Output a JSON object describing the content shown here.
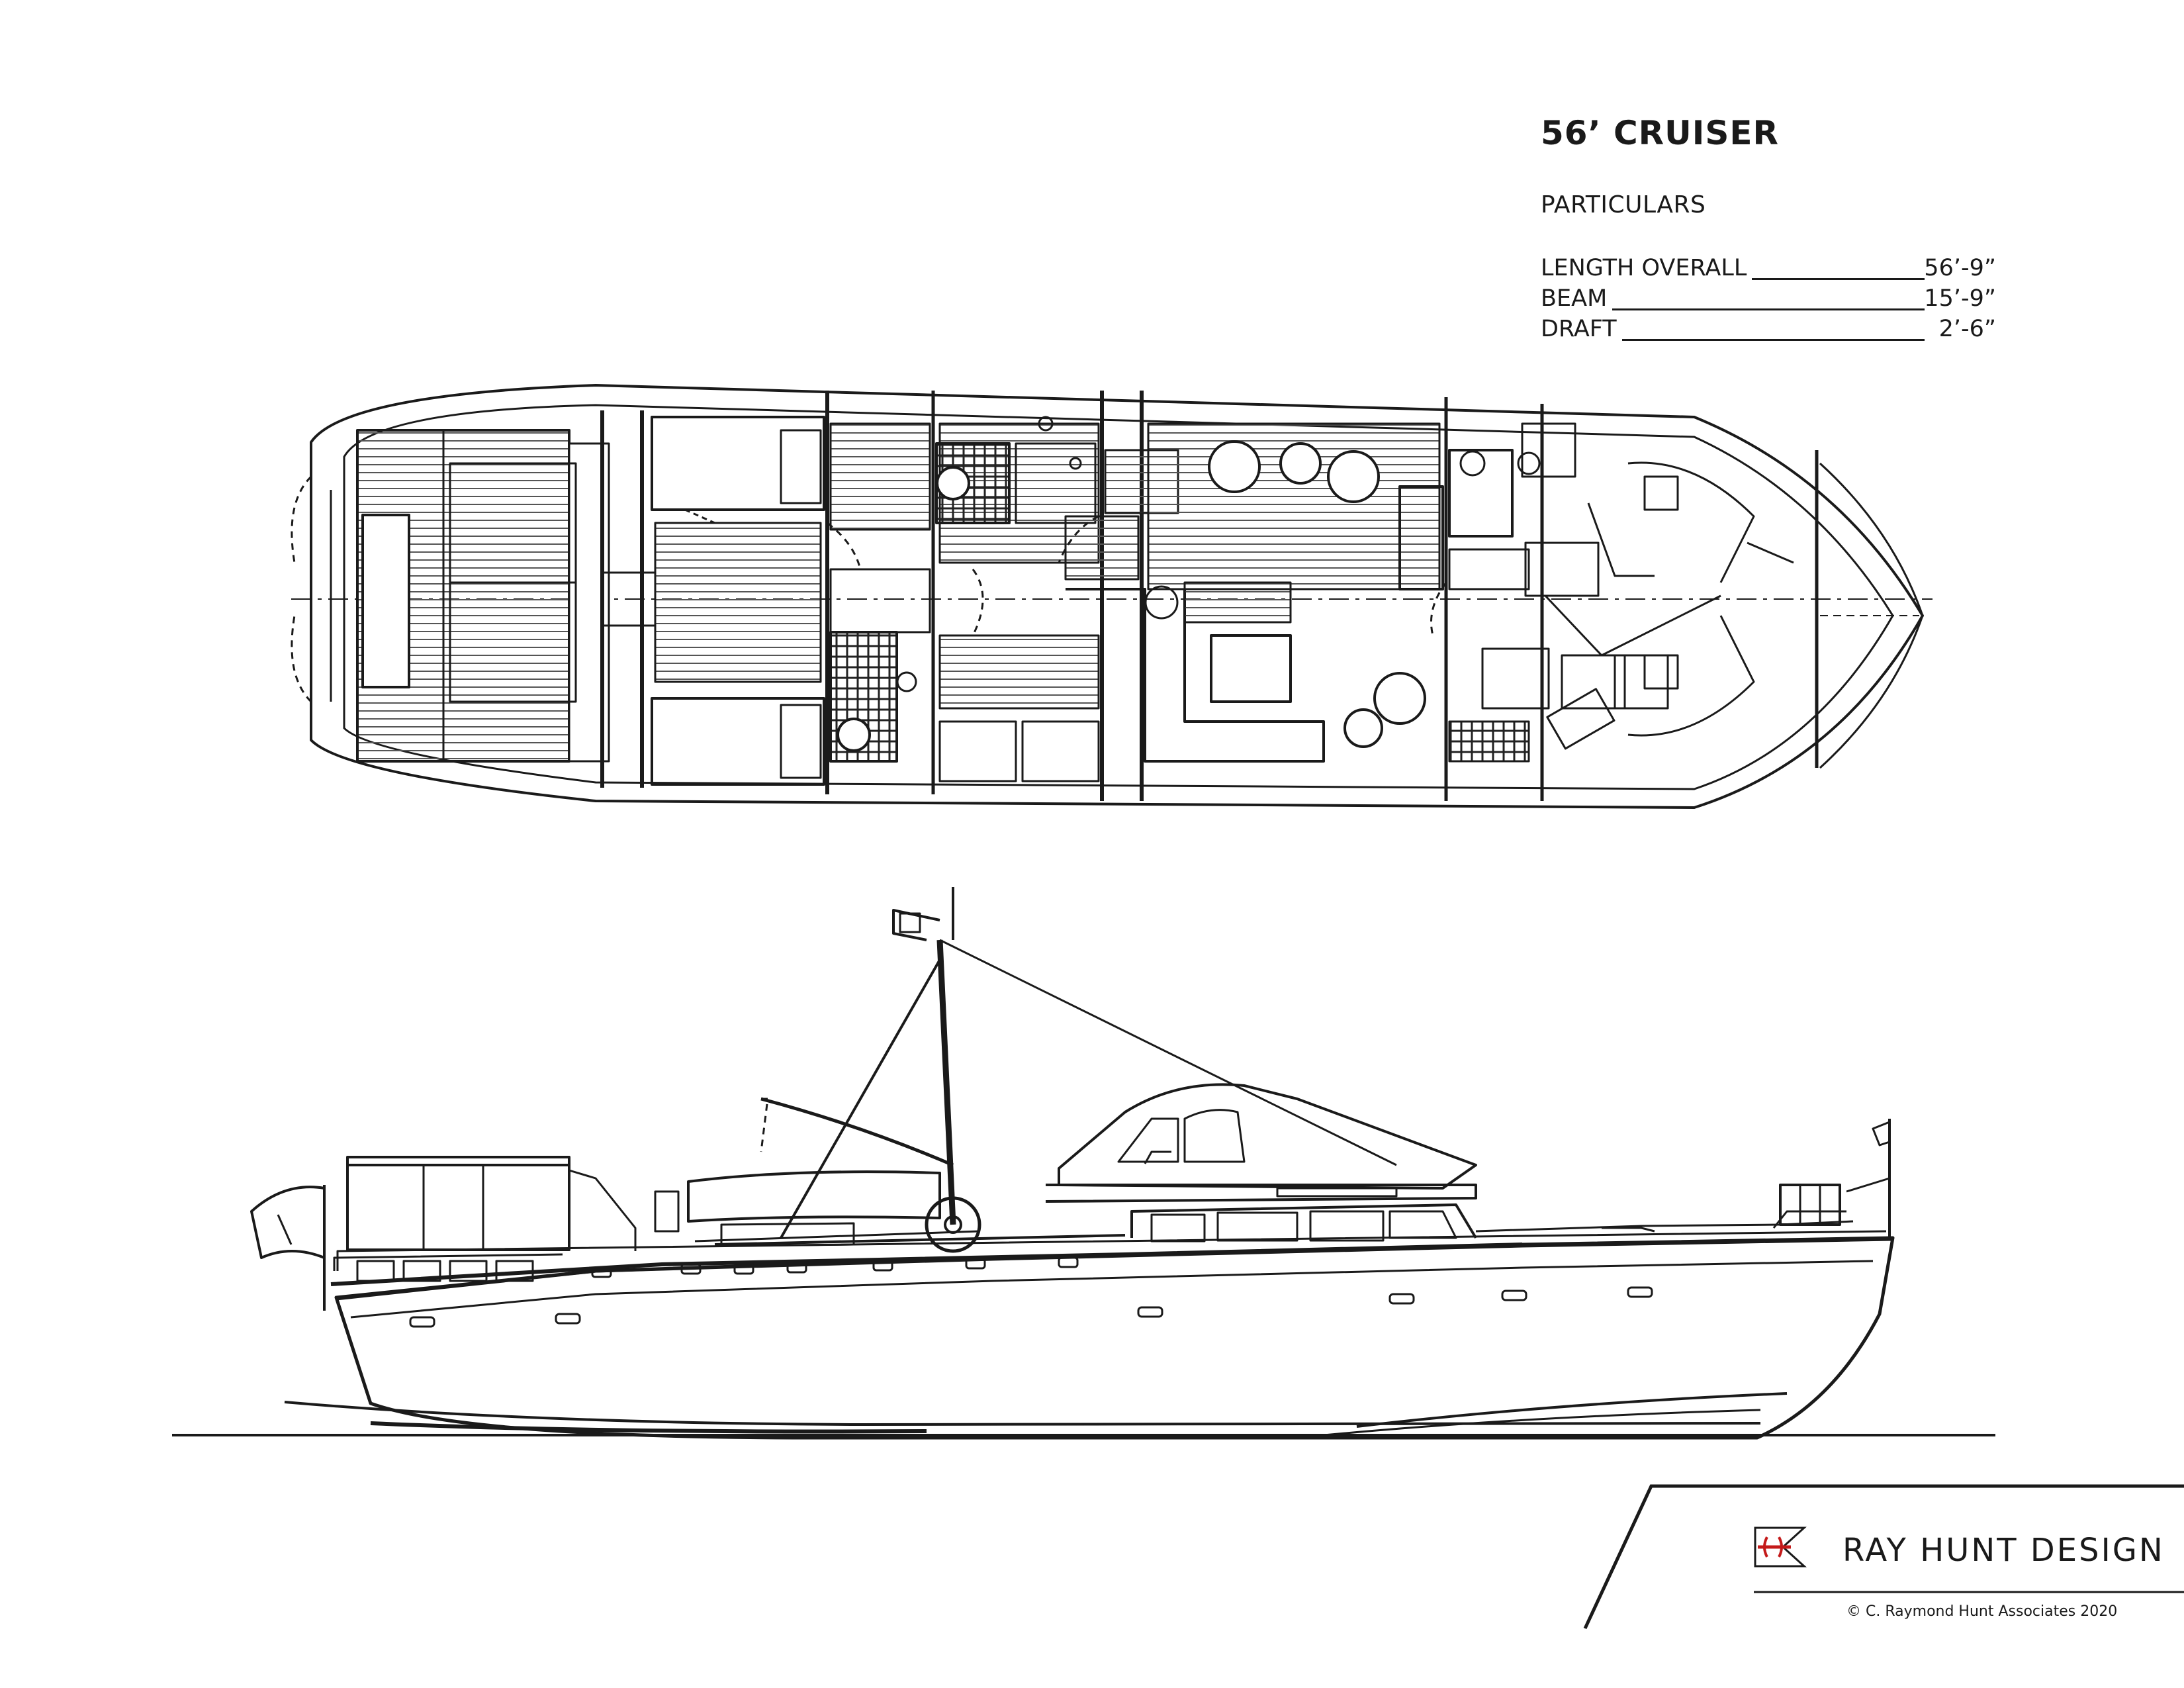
{
  "title": "56’ CRUISER",
  "subtitle": "PARTICULARS",
  "particulars": [
    {
      "label": "LENGTH OVERALL",
      "value": "56’-9”"
    },
    {
      "label": "BEAM",
      "value": "15’-9”"
    },
    {
      "label": "DRAFT",
      "value": "2’-6”"
    }
  ],
  "brand": {
    "name": "RAY HUNT DESIGN",
    "copyright": "© C. Raymond Hunt Associates 2020",
    "logo_icon": "ray-hunt-flag-logo",
    "accent_color": "#c41a1a"
  },
  "colors": {
    "line": "#1a1a1a",
    "paper": "#ffffff"
  }
}
